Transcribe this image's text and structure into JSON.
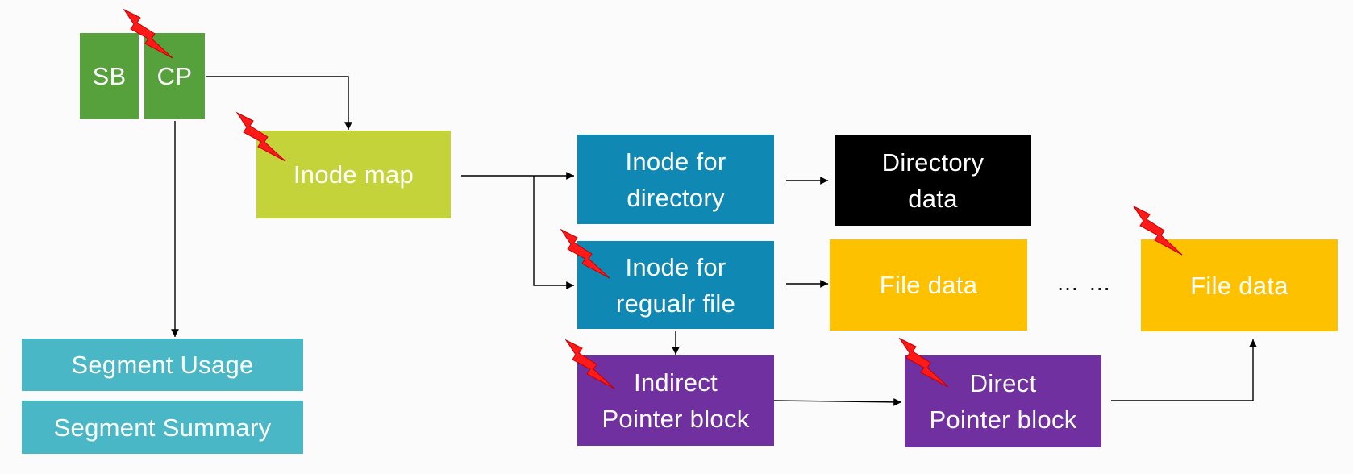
{
  "colors": {
    "green": "#56a13c",
    "lime": "#c5d33a",
    "teal_blue": "#0f88b3",
    "black": "#000000",
    "gold": "#fdc100",
    "purple": "#7030a0",
    "cyan": "#4ab7c6",
    "bolt_red": "#ff1a1a",
    "arrow": "#000000"
  },
  "icons": [
    "lightning-bolt-icon"
  ],
  "boxes": {
    "sb": "SB",
    "cp": "CP",
    "inode_map": "Inode map",
    "inode_directory": "Inode for\ndirectory",
    "directory_data": "Directory\ndata",
    "inode_regular": "Inode for\nregualr file",
    "file_data_1": "File data",
    "file_data_2": "File data",
    "indirect_block": "Indirect\nPointer block",
    "direct_block": "Direct\nPointer block",
    "segment_usage": "Segment Usage",
    "segment_summary": "Segment Summary"
  },
  "ellipsis": "… …"
}
